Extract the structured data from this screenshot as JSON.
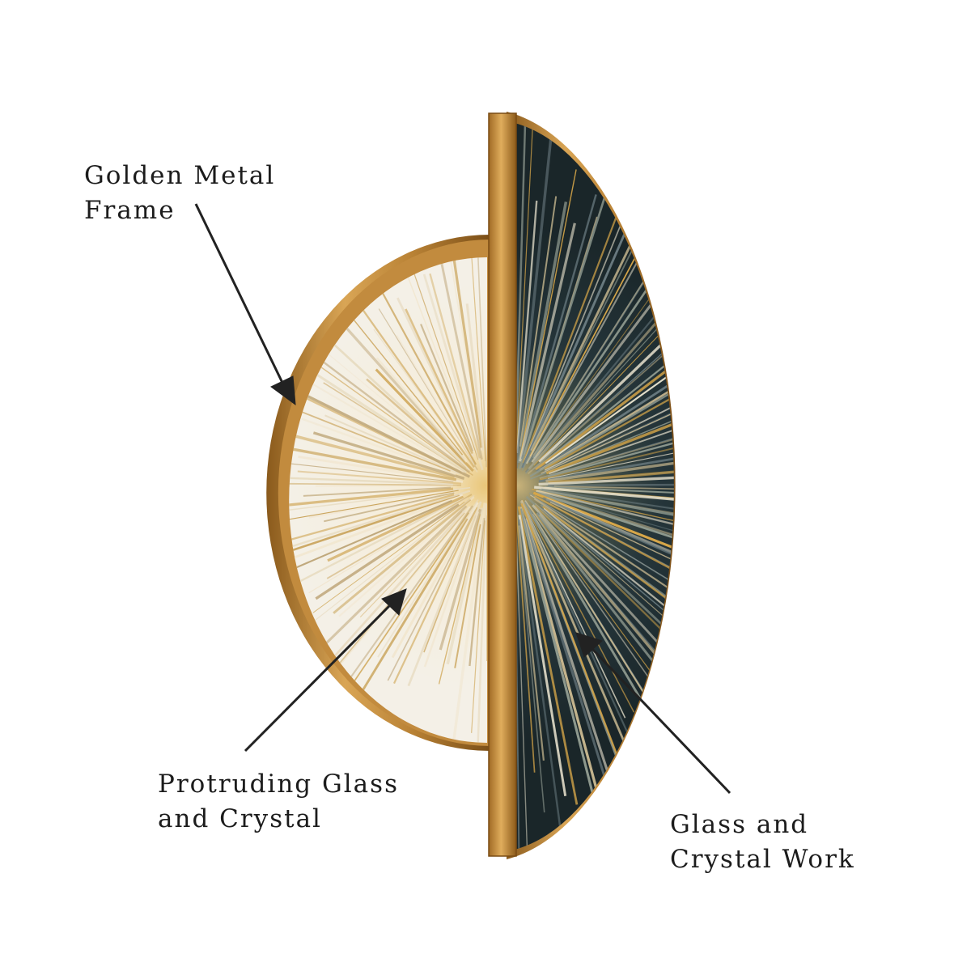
{
  "callouts": {
    "frame": {
      "line1": "Golden Metal",
      "line2": "Frame"
    },
    "protruding": {
      "line1": "Protruding Glass",
      "line2": "and Crystal"
    },
    "work": {
      "line1": "Glass and",
      "line2": "Crystal Work"
    }
  },
  "colors": {
    "gold": "#b8873a",
    "gold_light": "#e2b567",
    "dark_panel": "#1f2c2f",
    "cream_panel": "#f4efe3",
    "arrow": "#222222"
  },
  "icons": [
    "arrow-icon"
  ]
}
